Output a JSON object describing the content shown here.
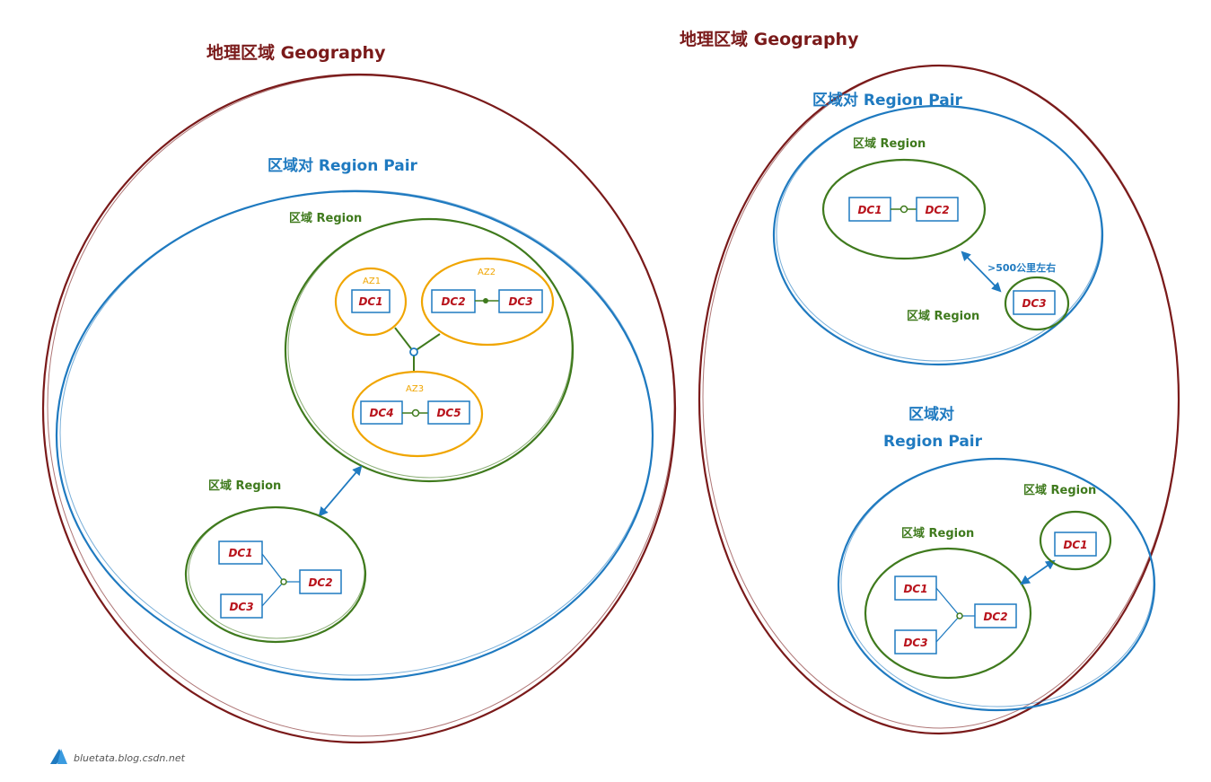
{
  "left": {
    "geography_label": "地理区域 Geography",
    "region_pair_label": "区域对 Region Pair",
    "main_region_label": "区域 Region",
    "az1_label": "AZ1",
    "az2_label": "AZ2",
    "az3_label": "AZ3",
    "main_dcs": [
      "DC1",
      "DC2",
      "DC3",
      "DC4",
      "DC5"
    ],
    "paired_region_label": "区域 Region",
    "paired_dcs": [
      "DC1",
      "DC3",
      "DC2"
    ]
  },
  "right": {
    "geography_label": "地理区域 Geography",
    "pair1_label": "区域对 Region Pair",
    "pair1_region_a_label": "区域 Region",
    "pair1_region_a_dcs": [
      "DC1",
      "DC2"
    ],
    "distance_label": ">500公里左右",
    "pair1_region_b_label": "区域 Region",
    "pair1_region_b_dcs": [
      "DC3"
    ],
    "pair2_label_line1": "区域对",
    "pair2_label_line2": "Region Pair",
    "pair2_region_a_label": "区域 Region",
    "pair2_region_a_dcs": [
      "DC1",
      "DC3",
      "DC2"
    ],
    "pair2_region_b_label": "区域 Region",
    "pair2_region_b_dcs": [
      "DC1"
    ]
  },
  "footer": {
    "text": "bluetata.blog.csdn.net",
    "icon": "azure-logo-icon"
  },
  "colors": {
    "geography": "#7a1a1a",
    "region_pair": "#1f7ac0",
    "region": "#3f7a1d",
    "az": "#f0a500",
    "dc_text": "#b8121b"
  }
}
